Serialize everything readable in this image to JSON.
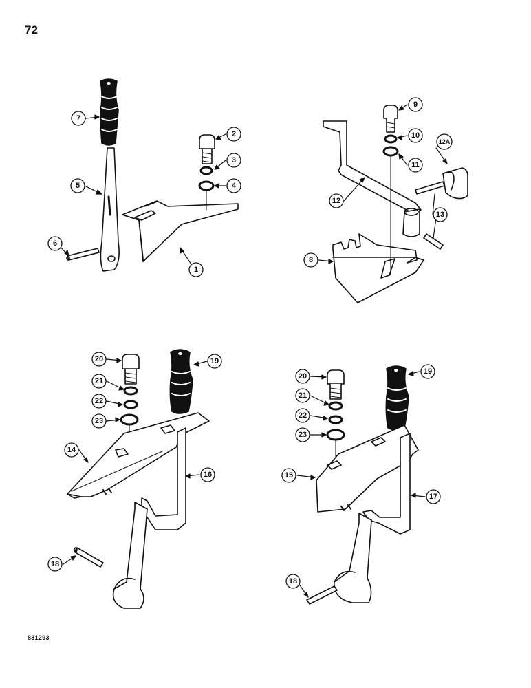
{
  "page": {
    "number": "72",
    "drawing_ref": "831293"
  },
  "callouts": {
    "c1": "1",
    "c2": "2",
    "c3": "3",
    "c4": "4",
    "c5": "5",
    "c6": "6",
    "c7": "7",
    "c8": "8",
    "c9": "9",
    "c10": "10",
    "c11": "11",
    "c12": "12",
    "c12a": "12A",
    "c13": "13",
    "c14": "14",
    "c15": "15",
    "c16": "16",
    "c17": "17",
    "c18a": "18",
    "c18b": "18",
    "c19a": "19",
    "c19b": "19",
    "c20a": "20",
    "c20b": "20",
    "c21a": "21",
    "c21b": "21",
    "c22a": "22",
    "c22b": "22",
    "c23a": "23",
    "c23b": "23"
  },
  "colors": {
    "ink": "#111111",
    "paper": "#ffffff"
  }
}
